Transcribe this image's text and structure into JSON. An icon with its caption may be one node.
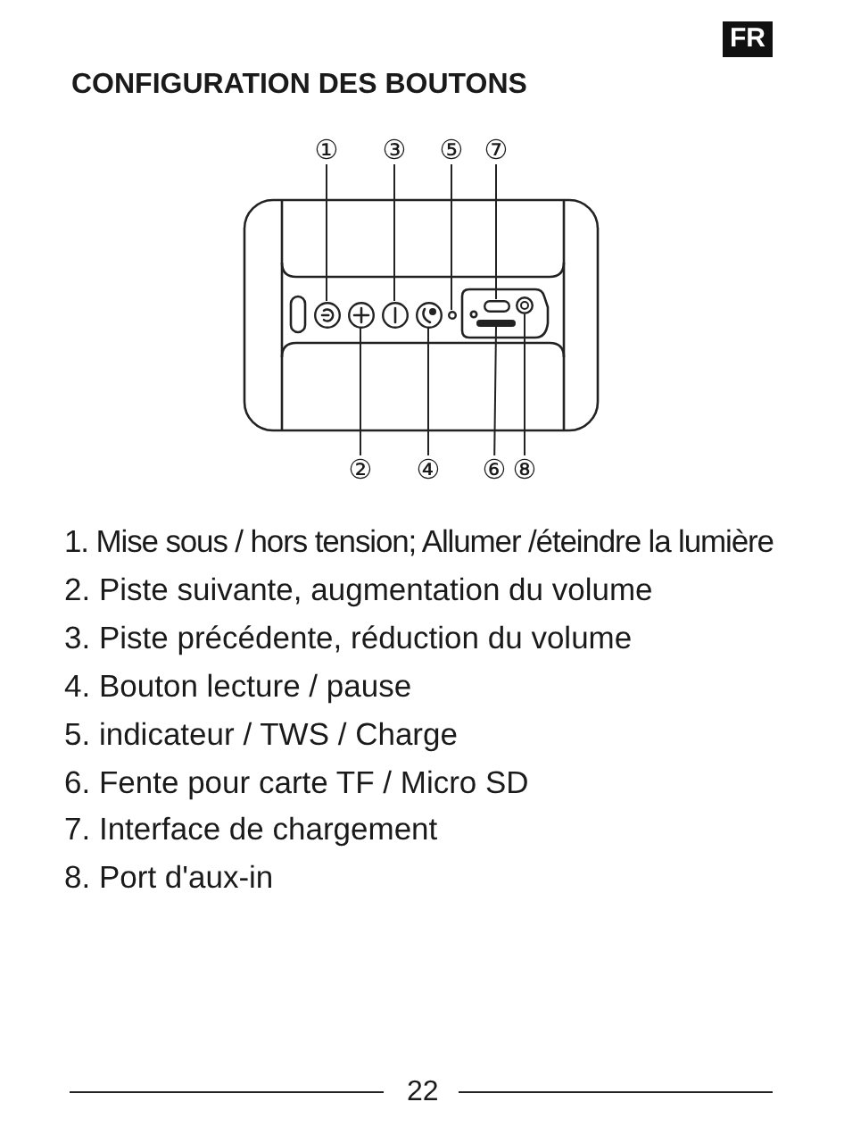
{
  "diagram": {
    "title": "CONFIGURATION DES BOUTONS",
    "nodes": [
      {
        "text": [
          "①"
        ]
      },
      {
        "text": [
          "③"
        ]
      },
      {
        "text": [
          "⑤"
        ]
      },
      {
        "text": [
          "⑦"
        ]
      },
      {
        "text": [
          "②"
        ]
      },
      {
        "text": [
          "④"
        ]
      },
      {
        "text": [
          "⑥"
        ]
      },
      {
        "text": [
          "⑧"
        ]
      },
      {
        "text": [],
        "shape": "circle"
      },
      {
        "text": [],
        "shape": "circle"
      },
      {
        "text": [],
        "shape": "circle"
      },
      {
        "text": [],
        "shape": "circle"
      },
      {
        "text": [],
        "shape": "circle"
      },
      {
        "text": [],
        "shape": "box"
      },
      {
        "text": [],
        "shape": "bar"
      },
      {
        "text": [],
        "shape": "circle"
      }
    ],
    "edges": [
      {
        "from": 0,
        "to": 8,
        "arrow": "none"
      },
      {
        "from": 1,
        "to": 10,
        "arrow": "none"
      },
      {
        "from": 2,
        "to": 12,
        "arrow": "none"
      },
      {
        "from": 3,
        "to": 13,
        "arrow": "none"
      },
      {
        "from": 4,
        "to": 9,
        "arrow": "none"
      },
      {
        "from": 5,
        "to": 11,
        "arrow": "none"
      },
      {
        "from": 6,
        "to": 14,
        "arrow": "none"
      },
      {
        "from": 7,
        "to": 15,
        "arrow": "none"
      }
    ],
    "labels": [
      "FR",
      "1. Mise sous / hors tension; Allumer /éteindre la lumière",
      "2. Piste suivante, augmentation du volume",
      "3. Piste précédente, réduction du volume",
      "4. Bouton lecture / pause",
      "5. indicateur / TWS / Charge",
      "6. Fente pour carte TF / Micro SD",
      "7. Interface de chargement",
      "8. Port d'aux-in",
      "22"
    ]
  }
}
